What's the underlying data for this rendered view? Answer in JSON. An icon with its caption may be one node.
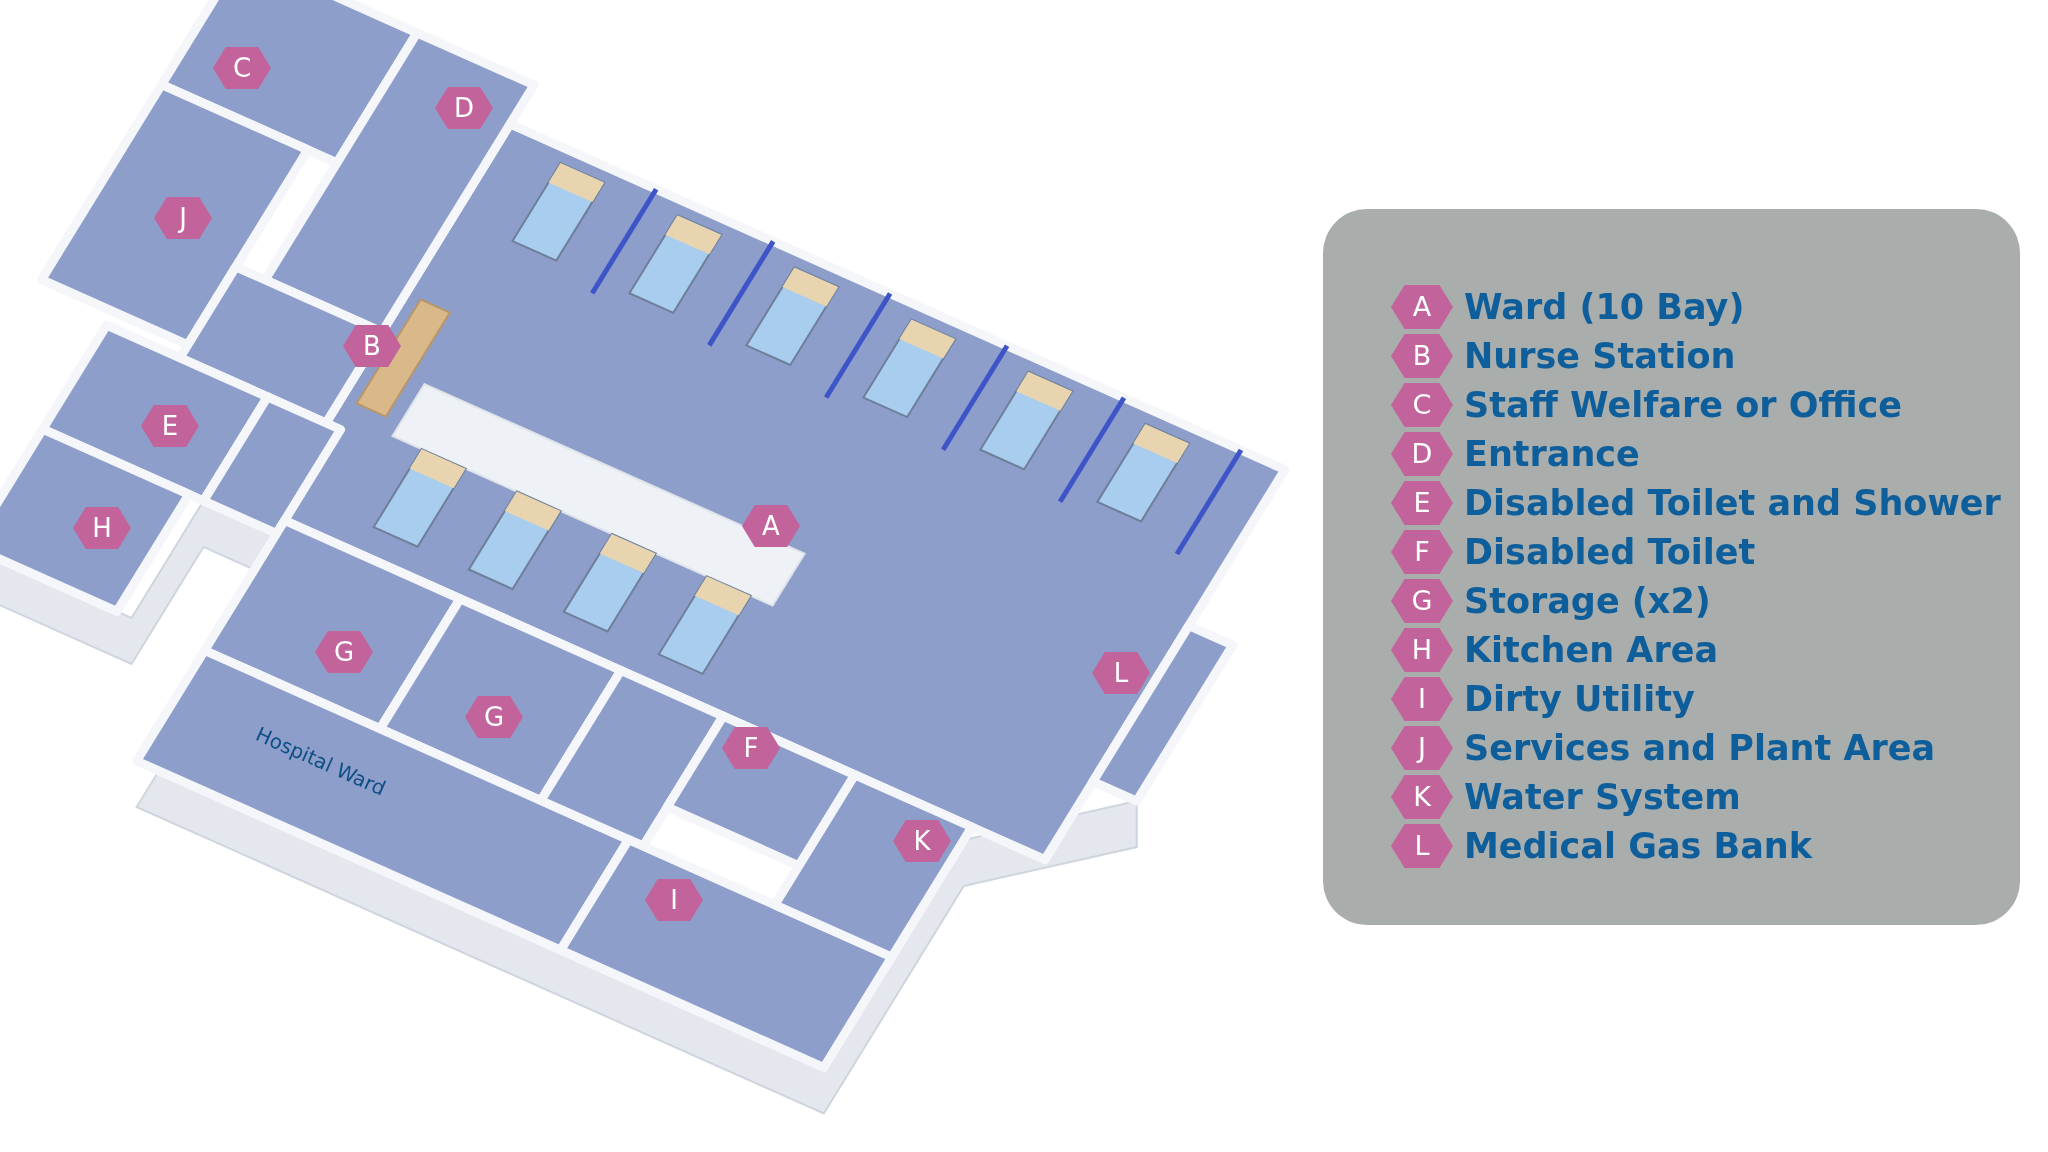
{
  "diagram": {
    "labels": [
      "C",
      "D",
      "J",
      "B",
      "E",
      "H",
      "A",
      "G",
      "Hospital Ward",
      "G",
      "L",
      "F",
      "K",
      "I",
      "A",
      "B",
      "C",
      "D",
      "E",
      "F",
      "G",
      "H",
      "I",
      "J",
      "K",
      "L"
    ],
    "legend": [
      {
        "text": "Ward (10 Bay)"
      },
      {
        "text": "Nurse Station"
      },
      {
        "text": "Staff Welfare or Office"
      },
      {
        "text": "Entrance"
      },
      {
        "text": "Disabled Toilet and Shower"
      },
      {
        "text": "Disabled Toilet"
      },
      {
        "text": "Storage (x2)"
      },
      {
        "text": "Kitchen Area"
      },
      {
        "text": "Dirty Utility"
      },
      {
        "text": "Services and Plant Area"
      },
      {
        "text": "Water System"
      },
      {
        "text": "Medical Gas Bank"
      }
    ]
  }
}
